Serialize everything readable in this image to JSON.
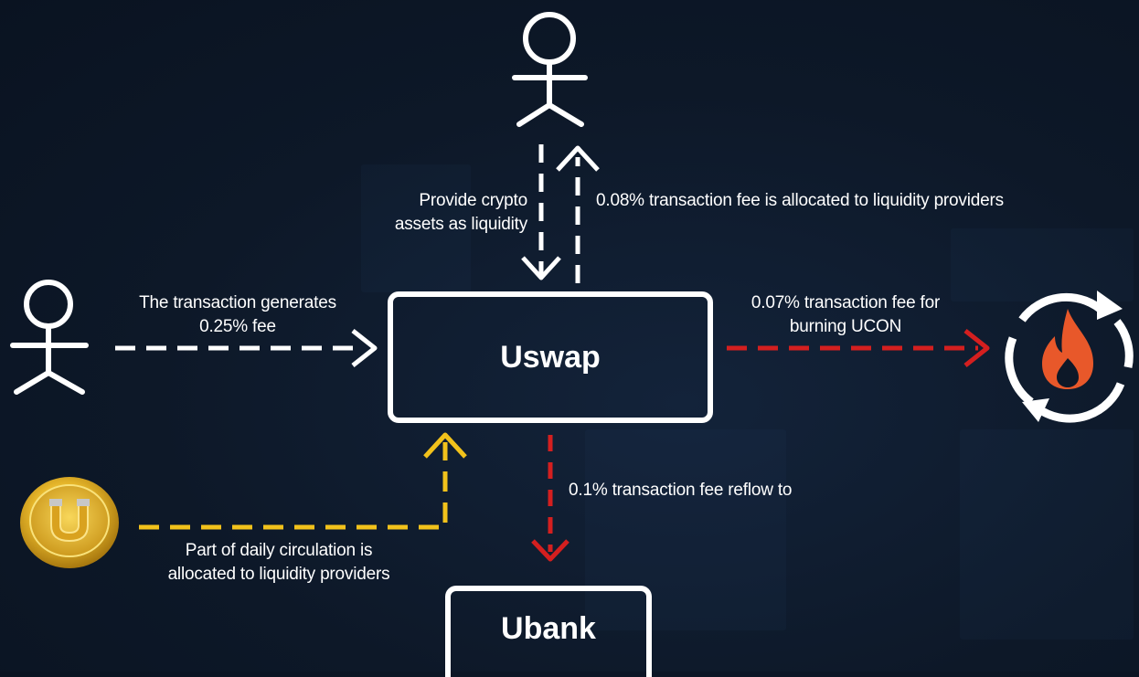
{
  "nodes": {
    "uswap": "Uswap",
    "ubank": "Ubank"
  },
  "edges": {
    "provide_liquidity": [
      "Provide crypto",
      "assets as liquidity"
    ],
    "lp_fee": "0.08% transaction fee is allocated to liquidity providers",
    "transaction_fee": [
      "The transaction generates",
      "0.25% fee"
    ],
    "burn_fee": [
      "0.07% transaction fee for",
      "burning UCON"
    ],
    "reflow_fee": "0.1% transaction fee reflow to",
    "daily_circulation": [
      "Part of daily circulation is",
      "allocated to liquidity providers"
    ]
  },
  "icons": {
    "liquidity_provider": "stick-figure-icon",
    "trader": "stick-figure-icon",
    "coin": "coin-magnet-icon",
    "burn": "recycle-flame-icon"
  },
  "colors": {
    "white_flow": "#ffffff",
    "burn_flow": "#d41f1f",
    "coin_flow": "#f2c21b",
    "flame": "#e8582a",
    "background": "#0d1828"
  }
}
